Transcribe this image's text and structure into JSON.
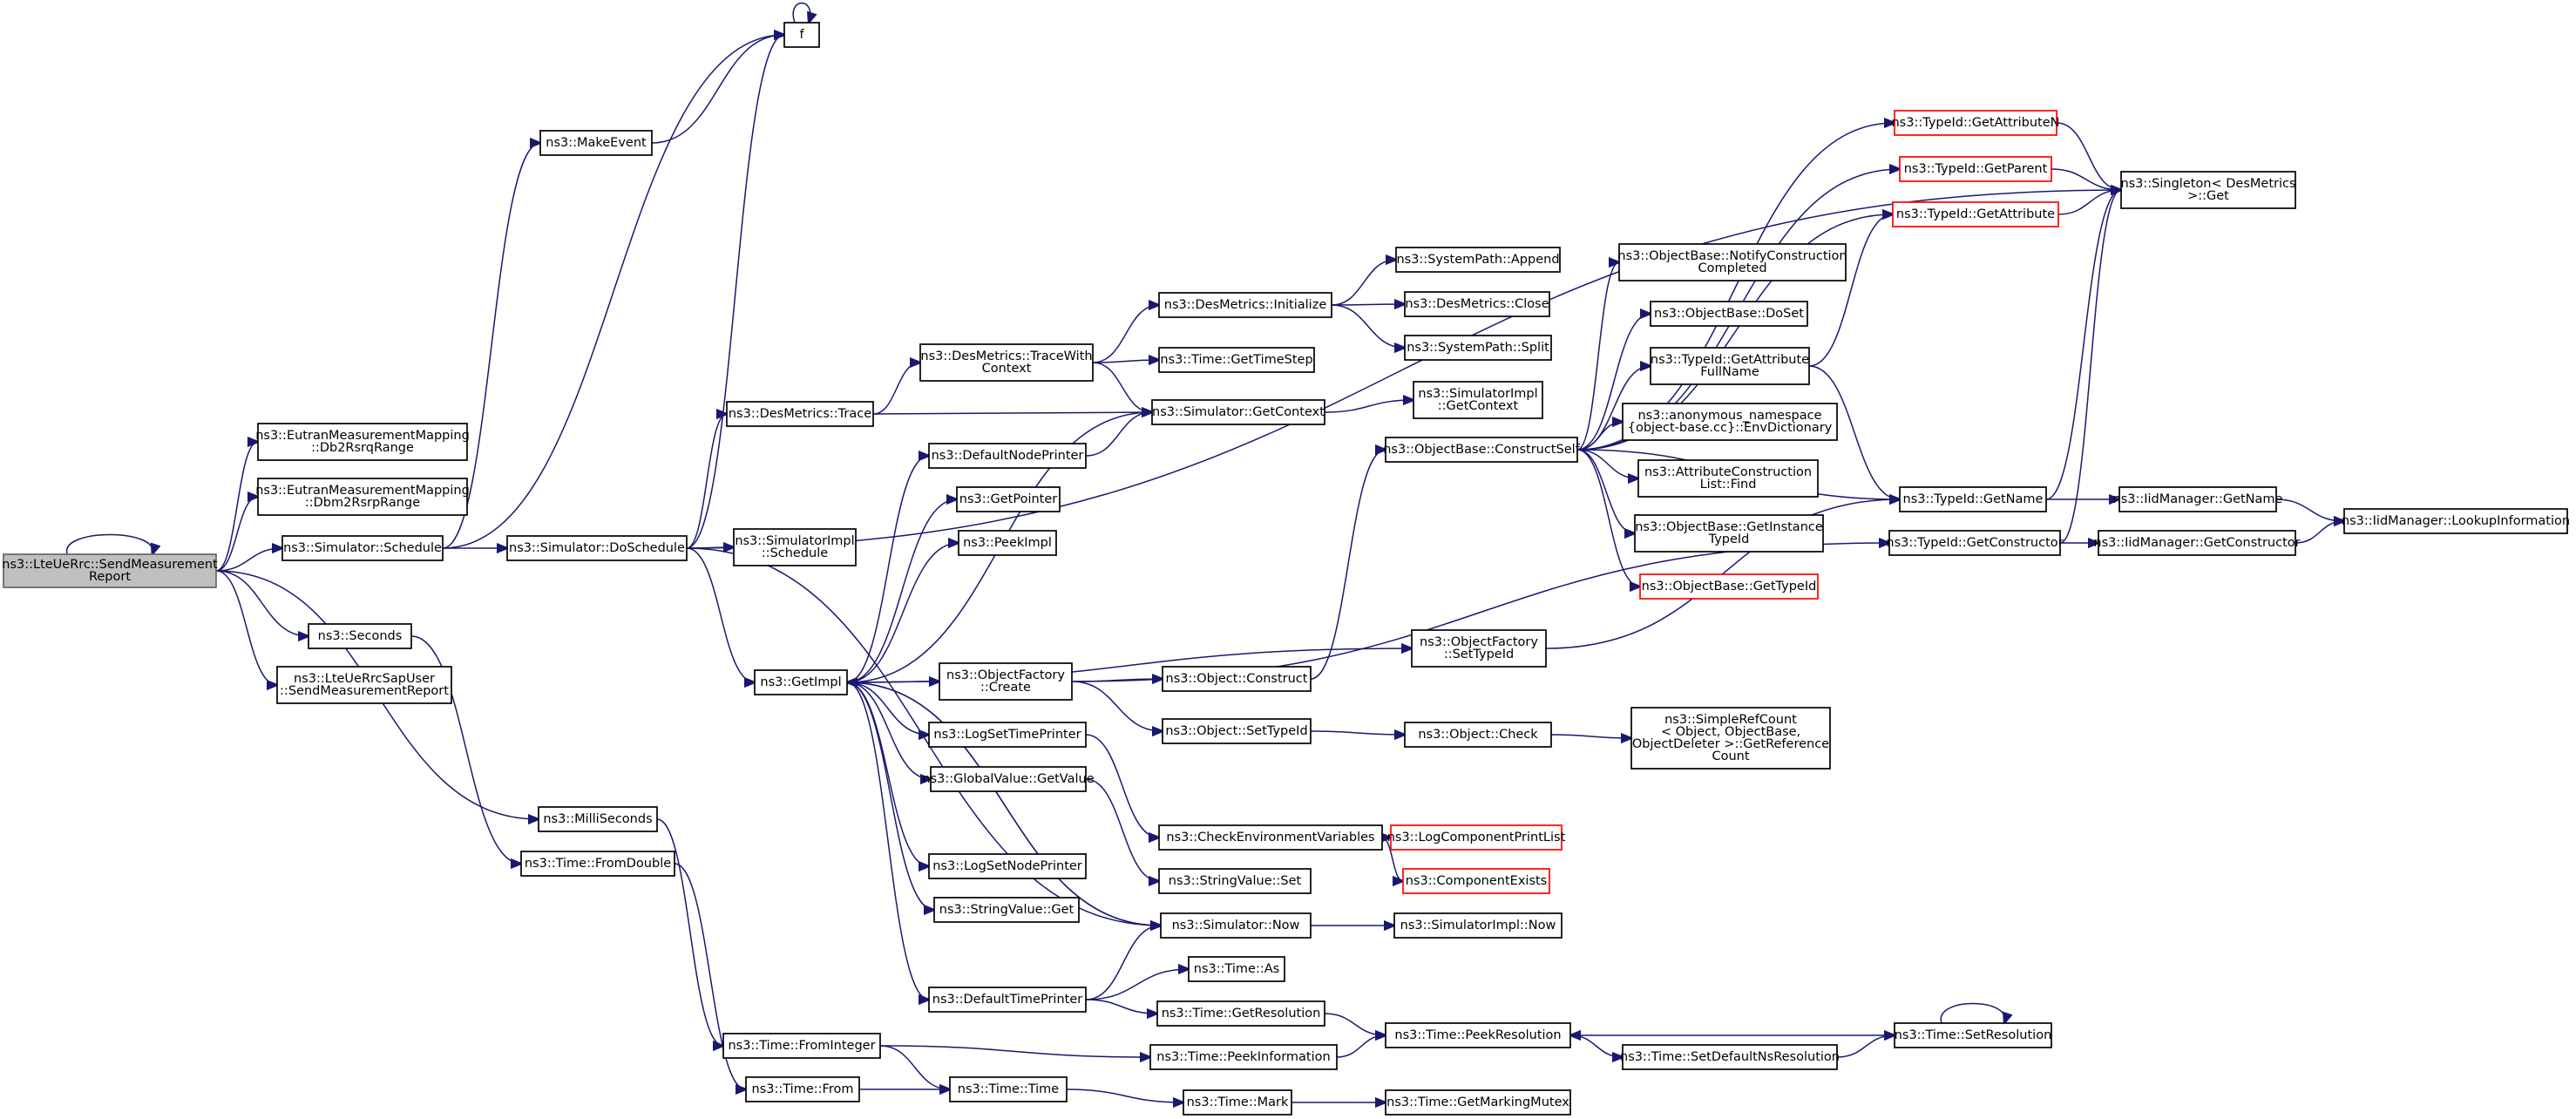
{
  "title": "ns3::LteUeRrc::SendMeasurementReport",
  "colors": {
    "edge": "#191970",
    "node_border": "#000000",
    "truncated_border": "#ff0000",
    "root_fill": "#bfbfbf"
  },
  "nodes": [
    {
      "id": "root",
      "lines": [
        "ns3::LteUeRrc::SendMeasurement",
        "Report"
      ],
      "kind": "root"
    },
    {
      "id": "f",
      "lines": [
        "f"
      ]
    },
    {
      "id": "makeevent",
      "lines": [
        "ns3::MakeEvent"
      ]
    },
    {
      "id": "db2rsrq",
      "lines": [
        "ns3::EutranMeasurementMapping",
        "::Db2RsrqRange"
      ]
    },
    {
      "id": "dbm2rsrp",
      "lines": [
        "ns3::EutranMeasurementMapping",
        "::Dbm2RsrpRange"
      ]
    },
    {
      "id": "schedule",
      "lines": [
        "ns3::Simulator::Schedule"
      ]
    },
    {
      "id": "seconds",
      "lines": [
        "ns3::Seconds"
      ]
    },
    {
      "id": "sapuser",
      "lines": [
        "ns3::LteUeRrcSapUser",
        "::SendMeasurementReport"
      ]
    },
    {
      "id": "milliseconds",
      "lines": [
        "ns3::MilliSeconds"
      ]
    },
    {
      "id": "fromdouble",
      "lines": [
        "ns3::Time::FromDouble"
      ]
    },
    {
      "id": "doschedule",
      "lines": [
        "ns3::Simulator::DoSchedule"
      ]
    },
    {
      "id": "simimplschedule",
      "lines": [
        "ns3::SimulatorImpl",
        "::Schedule"
      ]
    },
    {
      "id": "desmetricstrace",
      "lines": [
        "ns3::DesMetrics::Trace"
      ]
    },
    {
      "id": "getimpl",
      "lines": [
        "ns3::GetImpl"
      ]
    },
    {
      "id": "fromint",
      "lines": [
        "ns3::Time::FromInteger"
      ]
    },
    {
      "id": "timefrom",
      "lines": [
        "ns3::Time::From"
      ]
    },
    {
      "id": "tracewithcontext",
      "lines": [
        "ns3::DesMetrics::TraceWith",
        "Context"
      ]
    },
    {
      "id": "defaultnodeprinter",
      "lines": [
        "ns3::DefaultNodePrinter"
      ]
    },
    {
      "id": "getpointer",
      "lines": [
        "ns3::GetPointer"
      ]
    },
    {
      "id": "peekimpl",
      "lines": [
        "ns3::PeekImpl"
      ]
    },
    {
      "id": "objfactorycreate",
      "lines": [
        "ns3::ObjectFactory",
        "::Create"
      ]
    },
    {
      "id": "logsettimeprinter",
      "lines": [
        "ns3::LogSetTimePrinter"
      ]
    },
    {
      "id": "globalvalueget",
      "lines": [
        "ns3::GlobalValue::GetValue"
      ]
    },
    {
      "id": "logsetnodeprinter",
      "lines": [
        "ns3::LogSetNodePrinter"
      ]
    },
    {
      "id": "stringvalueget",
      "lines": [
        "ns3::StringValue::Get"
      ]
    },
    {
      "id": "defaulttimeprinter",
      "lines": [
        "ns3::DefaultTimePrinter"
      ]
    },
    {
      "id": "timetime",
      "lines": [
        "ns3::Time::Time"
      ]
    },
    {
      "id": "desmetricsinit",
      "lines": [
        "ns3::DesMetrics::Initialize"
      ]
    },
    {
      "id": "gettimestep",
      "lines": [
        "ns3::Time::GetTimeStep"
      ]
    },
    {
      "id": "getcontext",
      "lines": [
        "ns3::Simulator::GetContext"
      ]
    },
    {
      "id": "objectconstruct",
      "lines": [
        "ns3::Object::Construct"
      ]
    },
    {
      "id": "objectsettypeid",
      "lines": [
        "ns3::Object::SetTypeId"
      ]
    },
    {
      "id": "checkenv",
      "lines": [
        "ns3::CheckEnvironmentVariables"
      ]
    },
    {
      "id": "stringvalueset",
      "lines": [
        "ns3::StringValue::Set"
      ]
    },
    {
      "id": "simnow",
      "lines": [
        "ns3::Simulator::Now"
      ]
    },
    {
      "id": "timeas",
      "lines": [
        "ns3::Time::As"
      ]
    },
    {
      "id": "getresolution",
      "lines": [
        "ns3::Time::GetResolution"
      ]
    },
    {
      "id": "peekinformation",
      "lines": [
        "ns3::Time::PeekInformation"
      ]
    },
    {
      "id": "timemark",
      "lines": [
        "ns3::Time::Mark"
      ]
    },
    {
      "id": "systempathappend",
      "lines": [
        "ns3::SystemPath::Append"
      ]
    },
    {
      "id": "desmetricsclose",
      "lines": [
        "ns3::DesMetrics::Close"
      ]
    },
    {
      "id": "systempathsplit",
      "lines": [
        "ns3::SystemPath::Split"
      ]
    },
    {
      "id": "simimplgetcontext",
      "lines": [
        "ns3::SimulatorImpl",
        "::GetContext"
      ]
    },
    {
      "id": "constructself",
      "lines": [
        "ns3::ObjectBase::ConstructSelf"
      ]
    },
    {
      "id": "objfactorysettypeid",
      "lines": [
        "ns3::ObjectFactory",
        "::SetTypeId"
      ]
    },
    {
      "id": "objectcheck",
      "lines": [
        "ns3::Object::Check"
      ]
    },
    {
      "id": "logcomponentprintlist",
      "lines": [
        "ns3::LogComponentPrintList"
      ],
      "kind": "truncated"
    },
    {
      "id": "componentexists",
      "lines": [
        "ns3::ComponentExists"
      ],
      "kind": "truncated"
    },
    {
      "id": "simimplnow",
      "lines": [
        "ns3::SimulatorImpl::Now"
      ]
    },
    {
      "id": "peekresolution",
      "lines": [
        "ns3::Time::PeekResolution"
      ]
    },
    {
      "id": "getmarkingmutex",
      "lines": [
        "ns3::Time::GetMarkingMutex"
      ]
    },
    {
      "id": "notifyconstruction",
      "lines": [
        "ns3::ObjectBase::NotifyConstruction",
        "Completed"
      ]
    },
    {
      "id": "doset",
      "lines": [
        "ns3::ObjectBase::DoSet"
      ]
    },
    {
      "id": "getattributefullname",
      "lines": [
        "ns3::TypeId::GetAttribute",
        "FullName"
      ]
    },
    {
      "id": "envdictionary",
      "lines": [
        "ns3::anonymous_namespace",
        "{object-base.cc}::EnvDictionary"
      ]
    },
    {
      "id": "attrconstructionfind",
      "lines": [
        "ns3::AttributeConstruction",
        "List::Find"
      ]
    },
    {
      "id": "getinstancetypeid",
      "lines": [
        "ns3::ObjectBase::GetInstance",
        "TypeId"
      ]
    },
    {
      "id": "objectbasegettypeid",
      "lines": [
        "ns3::ObjectBase::GetTypeId"
      ],
      "kind": "truncated"
    },
    {
      "id": "simplerefcount",
      "lines": [
        "ns3::SimpleRefCount",
        "< Object, ObjectBase,",
        " ObjectDeleter >::GetReference",
        "Count"
      ]
    },
    {
      "id": "setdefaultns",
      "lines": [
        "ns3::Time::SetDefaultNsResolution"
      ]
    },
    {
      "id": "getattributen",
      "lines": [
        "ns3::TypeId::GetAttributeN"
      ],
      "kind": "truncated"
    },
    {
      "id": "getparent",
      "lines": [
        "ns3::TypeId::GetParent"
      ],
      "kind": "truncated"
    },
    {
      "id": "getattribute",
      "lines": [
        "ns3::TypeId::GetAttribute"
      ],
      "kind": "truncated"
    },
    {
      "id": "typeidgetname",
      "lines": [
        "ns3::TypeId::GetName"
      ]
    },
    {
      "id": "getconstructor",
      "lines": [
        "ns3::TypeId::GetConstructor"
      ]
    },
    {
      "id": "setresolution",
      "lines": [
        "ns3::Time::SetResolution"
      ]
    },
    {
      "id": "singletonget",
      "lines": [
        "ns3::Singleton< DesMetrics",
        " >::Get"
      ]
    },
    {
      "id": "iidgetname",
      "lines": [
        "ns3::IidManager::GetName"
      ]
    },
    {
      "id": "iidgetconstructor",
      "lines": [
        "ns3::IidManager::GetConstructor"
      ]
    },
    {
      "id": "lookupinformation",
      "lines": [
        "ns3::IidManager::LookupInformation"
      ]
    }
  ],
  "edges": [
    [
      "root",
      "root"
    ],
    [
      "root",
      "db2rsrq"
    ],
    [
      "root",
      "dbm2rsrp"
    ],
    [
      "root",
      "schedule"
    ],
    [
      "root",
      "seconds"
    ],
    [
      "root",
      "sapuser"
    ],
    [
      "root",
      "milliseconds"
    ],
    [
      "schedule",
      "makeevent"
    ],
    [
      "schedule",
      "f"
    ],
    [
      "schedule",
      "doschedule"
    ],
    [
      "makeevent",
      "f"
    ],
    [
      "f",
      "f"
    ],
    [
      "seconds",
      "fromdouble"
    ],
    [
      "milliseconds",
      "fromint"
    ],
    [
      "fromdouble",
      "timefrom"
    ],
    [
      "doschedule",
      "f"
    ],
    [
      "doschedule",
      "singletonget"
    ],
    [
      "doschedule",
      "desmetricstrace"
    ],
    [
      "doschedule",
      "simimplschedule"
    ],
    [
      "doschedule",
      "getimpl"
    ],
    [
      "doschedule",
      "simnow"
    ],
    [
      "desmetricstrace",
      "tracewithcontext"
    ],
    [
      "desmetricstrace",
      "getcontext"
    ],
    [
      "tracewithcontext",
      "desmetricsinit"
    ],
    [
      "tracewithcontext",
      "gettimestep"
    ],
    [
      "tracewithcontext",
      "getcontext"
    ],
    [
      "desmetricsinit",
      "systempathappend"
    ],
    [
      "desmetricsinit",
      "desmetricsclose"
    ],
    [
      "desmetricsinit",
      "systempathsplit"
    ],
    [
      "getcontext",
      "simimplgetcontext"
    ],
    [
      "getcontext",
      "getimpl"
    ],
    [
      "getimpl",
      "defaultnodeprinter"
    ],
    [
      "getimpl",
      "getpointer"
    ],
    [
      "getimpl",
      "peekimpl"
    ],
    [
      "getimpl",
      "objfactorysettypeid"
    ],
    [
      "getimpl",
      "objfactorycreate"
    ],
    [
      "getimpl",
      "logsettimeprinter"
    ],
    [
      "getimpl",
      "globalvalueget"
    ],
    [
      "getimpl",
      "logsetnodeprinter"
    ],
    [
      "getimpl",
      "stringvalueget"
    ],
    [
      "getimpl",
      "defaulttimeprinter"
    ],
    [
      "getimpl",
      "simnow"
    ],
    [
      "defaultnodeprinter",
      "getcontext"
    ],
    [
      "objfactorycreate",
      "objectconstruct"
    ],
    [
      "objfactorycreate",
      "objectsettypeid"
    ],
    [
      "objfactorycreate",
      "getconstructor"
    ],
    [
      "objectconstruct",
      "constructself"
    ],
    [
      "objectsettypeid",
      "objectcheck"
    ],
    [
      "objectcheck",
      "simplerefcount"
    ],
    [
      "logsettimeprinter",
      "checkenv"
    ],
    [
      "globalvalueget",
      "stringvalueset"
    ],
    [
      "checkenv",
      "logcomponentprintlist"
    ],
    [
      "checkenv",
      "componentexists"
    ],
    [
      "simnow",
      "simimplnow"
    ],
    [
      "simnow",
      "getimpl"
    ],
    [
      "defaulttimeprinter",
      "simnow"
    ],
    [
      "defaulttimeprinter",
      "timeas"
    ],
    [
      "defaulttimeprinter",
      "getresolution"
    ],
    [
      "getresolution",
      "peekresolution"
    ],
    [
      "peekinformation",
      "peekresolution"
    ],
    [
      "fromint",
      "peekinformation"
    ],
    [
      "fromint",
      "timetime"
    ],
    [
      "timefrom",
      "timetime"
    ],
    [
      "timetime",
      "timemark"
    ],
    [
      "timemark",
      "getmarkingmutex"
    ],
    [
      "objfactorysettypeid",
      "typeidgetname"
    ],
    [
      "constructself",
      "notifyconstruction"
    ],
    [
      "constructself",
      "doset"
    ],
    [
      "constructself",
      "getattributefullname"
    ],
    [
      "constructself",
      "envdictionary"
    ],
    [
      "constructself",
      "attrconstructionfind"
    ],
    [
      "constructself",
      "getinstancetypeid"
    ],
    [
      "constructself",
      "objectbasegettypeid"
    ],
    [
      "constructself",
      "getattributen"
    ],
    [
      "constructself",
      "getparent"
    ],
    [
      "constructself",
      "getattribute"
    ],
    [
      "constructself",
      "typeidgetname"
    ],
    [
      "getattributefullname",
      "getattribute"
    ],
    [
      "getattributefullname",
      "typeidgetname"
    ],
    [
      "getattributen",
      "singletonget"
    ],
    [
      "getparent",
      "singletonget"
    ],
    [
      "getattribute",
      "singletonget"
    ],
    [
      "typeidgetname",
      "singletonget"
    ],
    [
      "typeidgetname",
      "iidgetname"
    ],
    [
      "getconstructor",
      "singletonget"
    ],
    [
      "getconstructor",
      "iidgetconstructor"
    ],
    [
      "iidgetname",
      "lookupinformation"
    ],
    [
      "iidgetconstructor",
      "lookupinformation"
    ],
    [
      "setresolution",
      "setresolution"
    ],
    [
      "setresolution",
      "peekresolution"
    ],
    [
      "setdefaultns",
      "setresolution"
    ],
    [
      "peekresolution",
      "setdefaultns"
    ]
  ]
}
